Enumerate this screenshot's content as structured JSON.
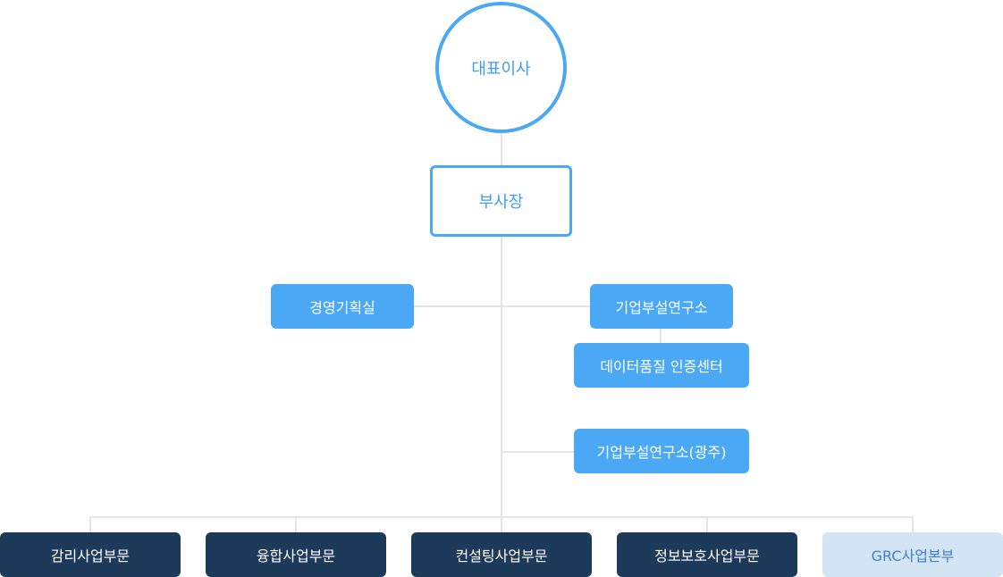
{
  "ceo": "대표이사",
  "vice_president": "부사장",
  "staff_left": "경영기획실",
  "research_institute": "기업부설연구소",
  "data_center": "데이터품질 인증센터",
  "research_institute_gwangju": "기업부설연구소(광주)",
  "divisions": [
    "감리사업부문",
    "융합사업부문",
    "컨설팅사업부문",
    "정보보호사업부문",
    "GRC사업본부"
  ],
  "colors": {
    "primary_blue": "#4aa8f5",
    "dark_navy": "#1e3a5a",
    "light_blue": "#d3e4f5",
    "connector": "#e3e5e8"
  }
}
